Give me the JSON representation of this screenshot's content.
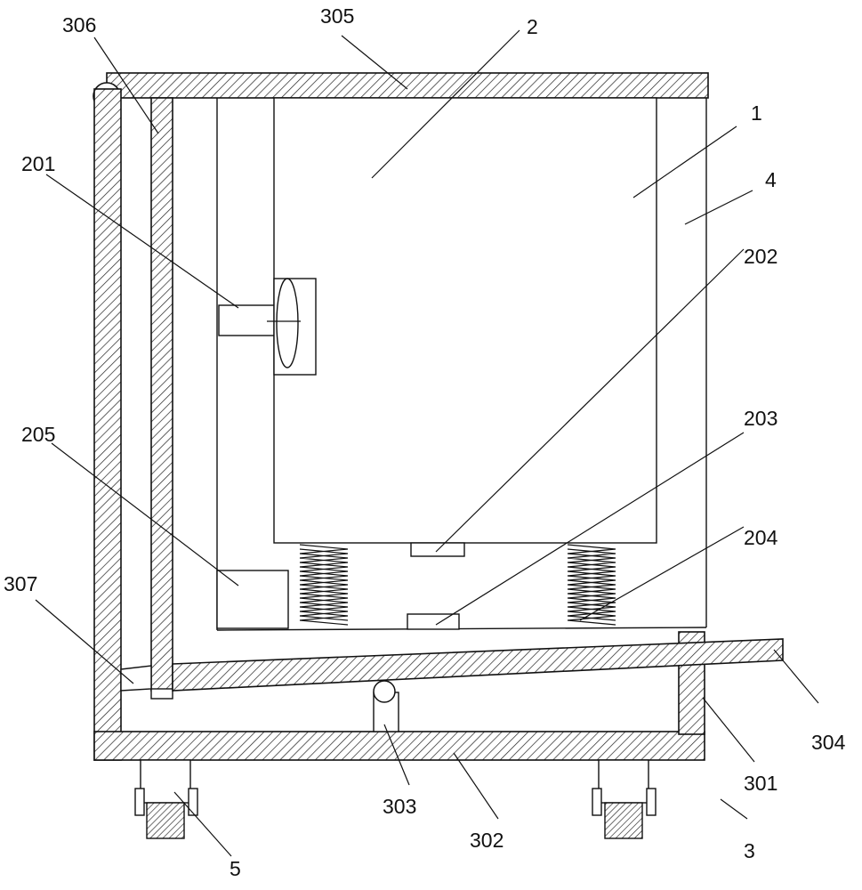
{
  "labels": {
    "l1": "1",
    "l2": "2",
    "l3": "3",
    "l4": "4",
    "l5": "5",
    "l201": "201",
    "l202": "202",
    "l203": "203",
    "l204": "204",
    "l205": "205",
    "l301": "301",
    "l302": "302",
    "l303": "303",
    "l304": "304",
    "l305": "305",
    "l306": "306",
    "l307": "307"
  }
}
